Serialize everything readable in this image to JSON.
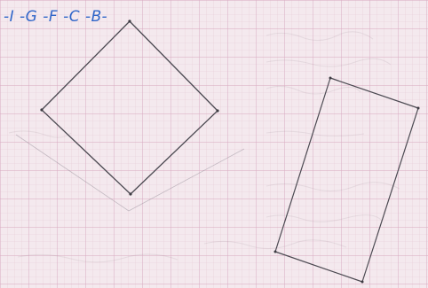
{
  "header_note": {
    "text": "-I -G -F -C -B-",
    "color_ink": "#2f66c9",
    "color_highlight": "#38b58f"
  },
  "colors": {
    "paper": "#f4e9ee",
    "ruled_line": "#d8a4bd",
    "grid_line": "#e2c2d1",
    "margin_line": "#d9a0b8",
    "pencil": "#4c4a52",
    "pencil_light": "#7a7880"
  },
  "shapes": [
    {
      "name": "diamond-square",
      "kind": "pencil-quadrilateral"
    },
    {
      "name": "tilted-rectangle",
      "kind": "pencil-quadrilateral"
    }
  ]
}
